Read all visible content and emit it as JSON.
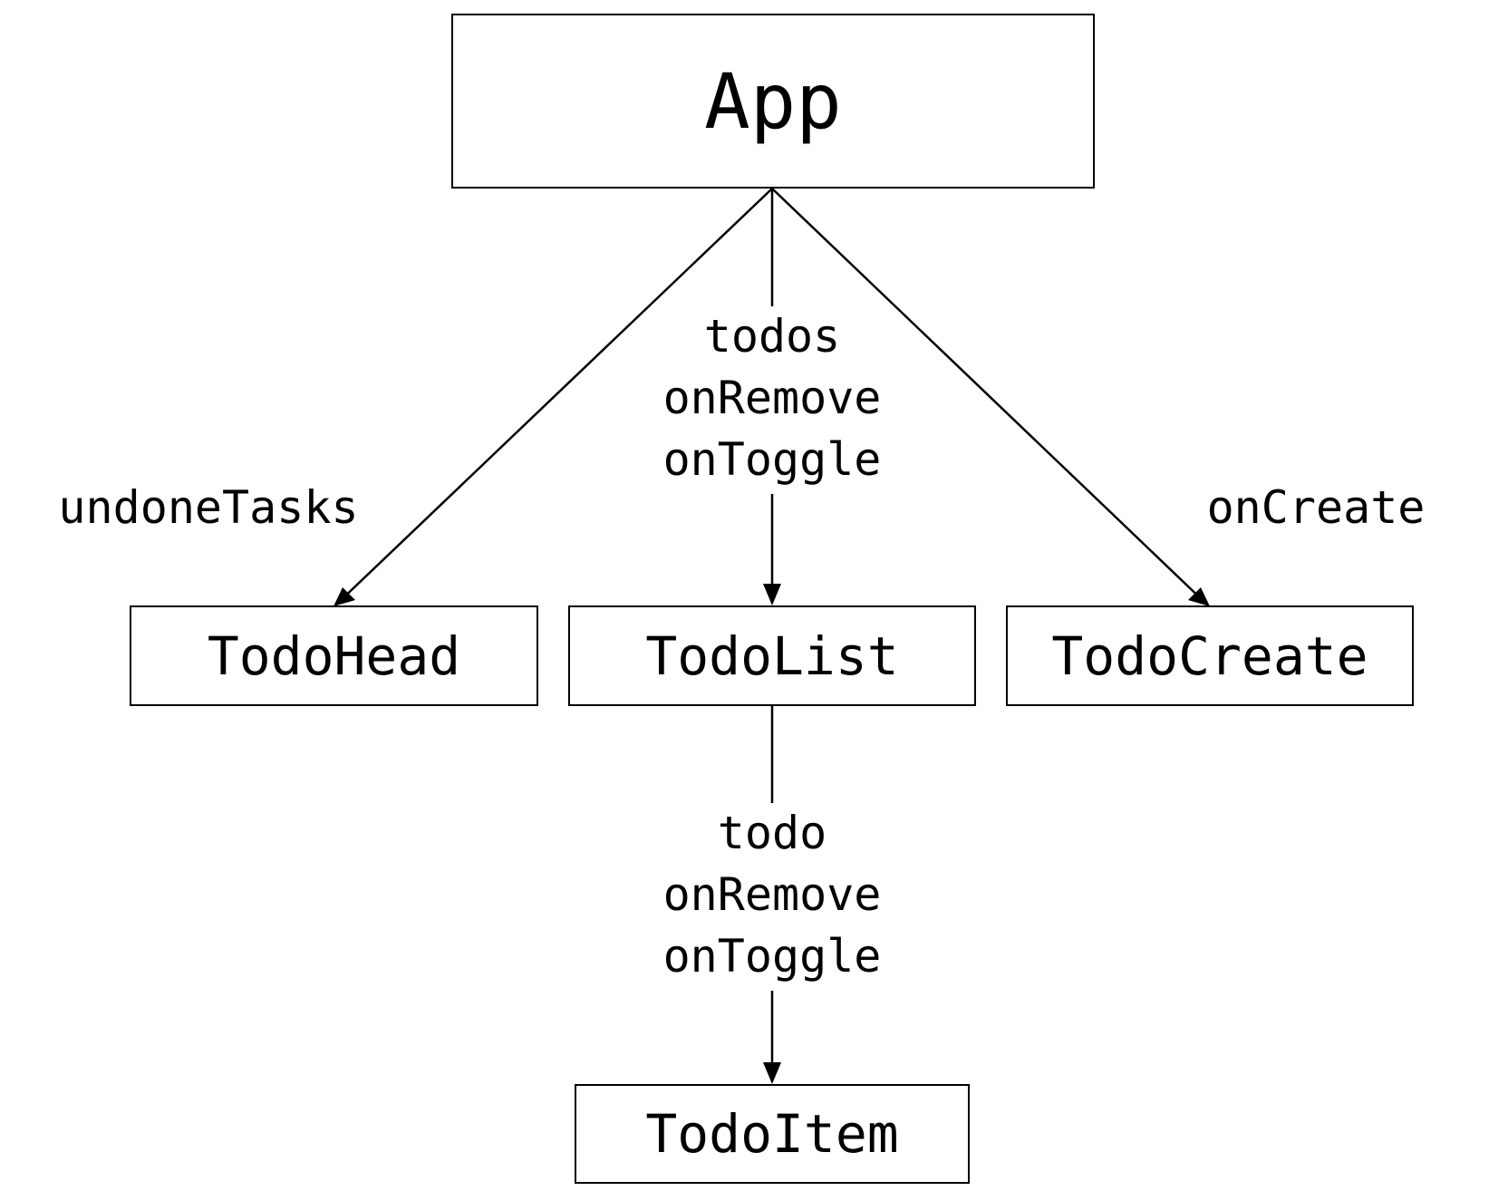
{
  "nodes": {
    "app": "App",
    "todo_head": "TodoHead",
    "todo_list": "TodoList",
    "todo_create": "TodoCreate",
    "todo_item": "TodoItem"
  },
  "edges": {
    "app_to_head": [
      "undoneTasks"
    ],
    "app_to_list": [
      "todos",
      "onRemove",
      "onToggle"
    ],
    "app_to_create": [
      "onCreate"
    ],
    "list_to_item": [
      "todo",
      "onRemove",
      "onToggle"
    ]
  }
}
